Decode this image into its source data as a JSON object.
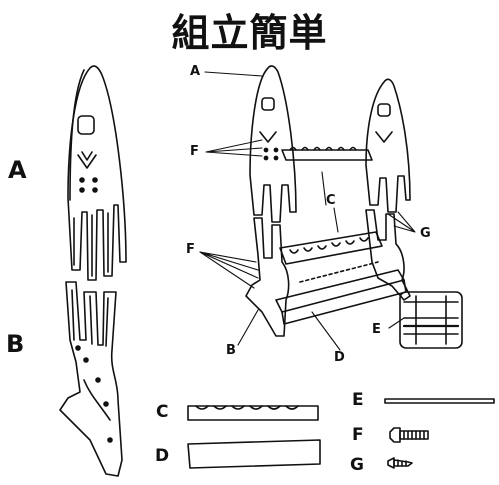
{
  "title": "組立簡単",
  "part_letters": {
    "a": "A",
    "b": "B",
    "c": "C",
    "d": "D",
    "e": "E",
    "f": "F",
    "g": "G"
  },
  "legend": [
    {
      "letter": "C",
      "icon": "rod-holder-bar"
    },
    {
      "letter": "D",
      "icon": "base-board"
    },
    {
      "letter": "E",
      "icon": "metal-rod"
    },
    {
      "letter": "F",
      "icon": "bolt"
    },
    {
      "letter": "G",
      "icon": "screw"
    }
  ]
}
